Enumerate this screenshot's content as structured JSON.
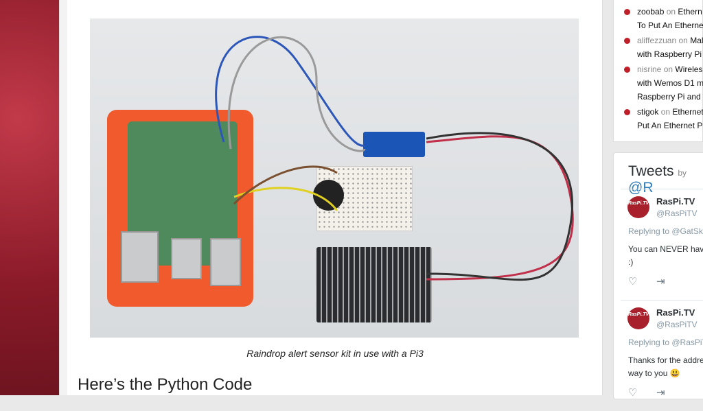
{
  "article": {
    "caption": "Raindrop alert sensor kit in use with a Pi3",
    "heading": "Here’s the Python Code"
  },
  "recent_comments": [
    {
      "user": "zoobab",
      "on": "on",
      "title_lines": [
        "Ethern",
        "To Put An Etherne"
      ]
    },
    {
      "user": "aliffezzuan",
      "on": "on",
      "title_lines": [
        "Mal",
        "with Raspberry Pi"
      ]
    },
    {
      "user": "nisrine",
      "on": "on",
      "title_lines": [
        "Wireles",
        "with Wemos D1 m",
        "Raspberry Pi and"
      ]
    },
    {
      "user": "stigok",
      "on": "on",
      "title_lines": [
        "Ethernet",
        "Put An Ethernet P"
      ]
    }
  ],
  "tweets_widget": {
    "title": "Tweets",
    "by": "by",
    "handle": "@R",
    "tweets": [
      {
        "name": "RasPi.TV",
        "handle": "@RasPiTV",
        "replying": "Replying to @GatSk",
        "lines": [
          "You can NEVER hav",
          ":)"
        ],
        "avatar_text": "RasPi.TV"
      },
      {
        "name": "RasPi.TV",
        "handle": "@RasPiTV",
        "replying": "Replying to @RasPiT",
        "lines": [
          "Thanks for the addre",
          "way to you 😃"
        ],
        "avatar_text": "RasPi.TV"
      }
    ]
  }
}
